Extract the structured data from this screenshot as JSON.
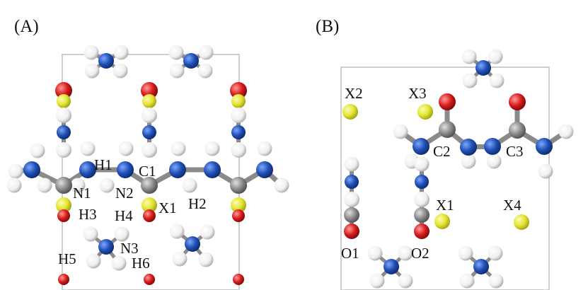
{
  "panels": [
    {
      "id": "A",
      "label": "(A)"
    },
    {
      "id": "B",
      "label": "(B)"
    }
  ],
  "atom_labels": {
    "A": [
      "H1",
      "C1",
      "N1",
      "N2",
      "X1",
      "H2",
      "H3",
      "H4",
      "N3",
      "H5",
      "H6"
    ],
    "B": [
      "X2",
      "X3",
      "C2",
      "C3",
      "X1",
      "X4",
      "O1",
      "O2"
    ]
  },
  "colors": {
    "nitrogen": "#1f4fb4",
    "carbon": "#8c8c8c",
    "oxygen": "#d81c1c",
    "hydrogen": "#f2f2f2",
    "halogen": "#e4e632",
    "cell_border": "#bdbdbd",
    "bond": "#8a8a8a"
  }
}
